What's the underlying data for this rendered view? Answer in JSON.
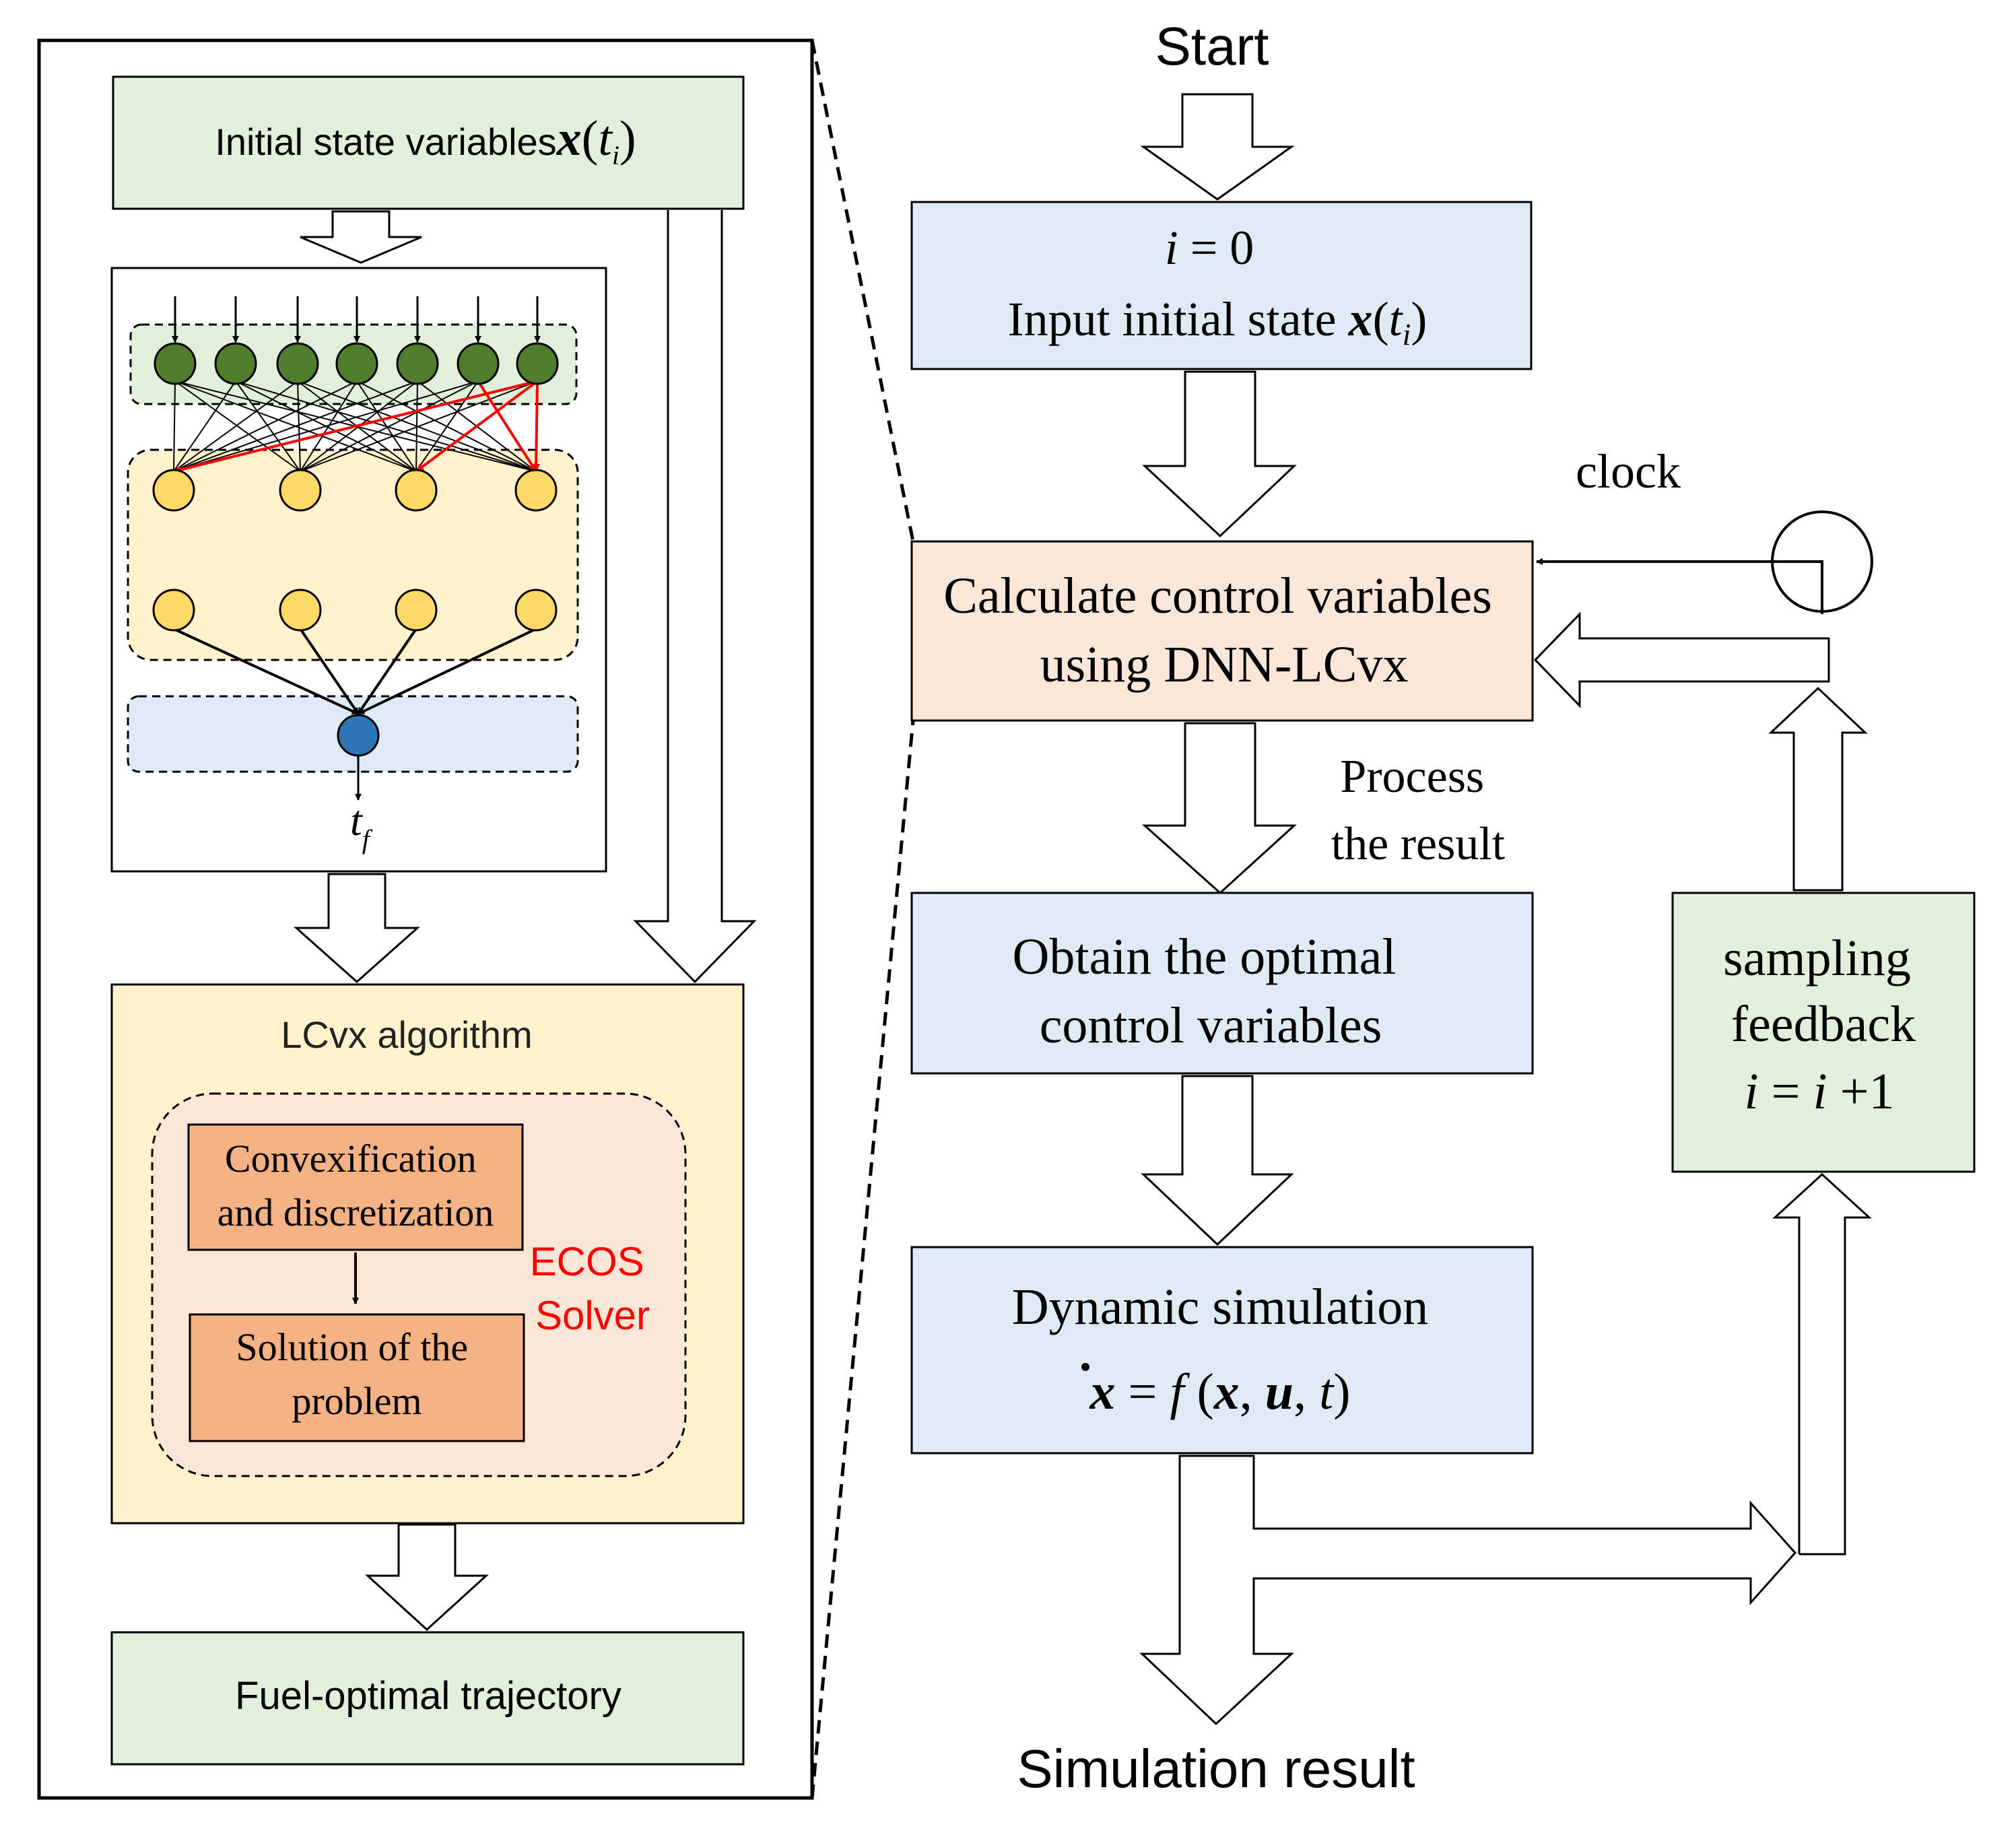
{
  "left_panel": {
    "initial_state": {
      "label": "Initial state variables",
      "math_x": "x",
      "math_open": "(",
      "math_t": "t",
      "math_sub": "i",
      "math_close": ")"
    },
    "network": {
      "output_var": "t",
      "output_sub": "f"
    },
    "lcvx": {
      "title": "LCvx algorithm",
      "step1": [
        "Convexification",
        "and discretization"
      ],
      "step2": [
        "Solution of the",
        "problem"
      ],
      "solver": [
        "ECOS",
        "Solver"
      ]
    },
    "result": "Fuel-optimal trajectory"
  },
  "flow": {
    "start": "Start",
    "init": {
      "line1_i": "i",
      "line1_rest": " = 0",
      "line2_text": "Input initial state ",
      "math_x": "x",
      "math_open": "(",
      "math_t": "t",
      "math_sub": "i",
      "math_close": ")"
    },
    "calc": [
      "Calculate control variables",
      "using DNN-LCvx"
    ],
    "process": [
      "Process",
      "the result"
    ],
    "obtain": [
      "Obtain the optimal",
      "control variables"
    ],
    "dynamic": {
      "title": "Dynamic simulation",
      "eq_xdot": "x",
      "eq_eq": " = ",
      "eq_f": "f",
      "eq_open": " (",
      "eq_x": "x",
      "eq_c1": ", ",
      "eq_u": "u",
      "eq_c2": ", ",
      "eq_t": "t",
      "eq_close": ")"
    },
    "end": "Simulation result",
    "clock": "clock",
    "feedback": {
      "line1": "sampling",
      "line2": "feedback",
      "line3_i1": "i",
      "line3_eq": " = ",
      "line3_i2": "i",
      "line3_plus": " +1"
    }
  },
  "colors": {
    "green_box": "#e2efda",
    "blue_box": "#deebf7",
    "peach_box": "#fbe5d6",
    "yellow_box": "#fff2cc",
    "orange_box": "#f4b183",
    "node_green": "#4e7d2b",
    "node_yellow": "#ffd966",
    "node_blue": "#2e75b6",
    "red": "#ff0000"
  }
}
